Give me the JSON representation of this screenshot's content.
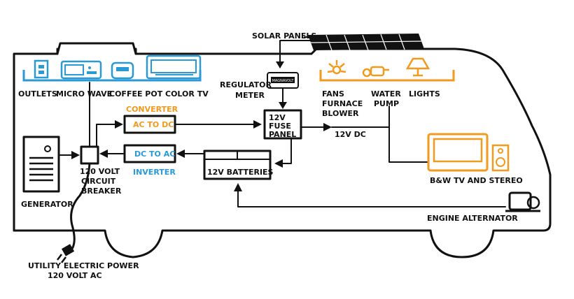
{
  "labels": {
    "solar_panels": "SOLAR PANELS",
    "regulator_meter_1": "REGULATOR",
    "regulator_meter_2": "METER",
    "outlets": "OUTLETS",
    "micro_wave": "MICRO WAVE",
    "coffee_pot": "COFFEE POT",
    "color_tv": "COLOR TV",
    "fans_1": "FANS",
    "fans_2": "FURNACE",
    "fans_3": "BLOWER",
    "water_pump_1": "WATER",
    "water_pump_2": "PUMP",
    "lights": "LIGHTS",
    "converter_title": "CONVERTER",
    "converter_box": "AC TO DC",
    "inverter_box": "DC TO AC",
    "inverter_title": "INVERTER",
    "fuse_panel_1": "12V",
    "fuse_panel_2": "FUSE",
    "fuse_panel_3": "PANEL",
    "twelve_v_dc": "12V DC",
    "batteries": "12V BATTERIES",
    "breaker_1": "120 VOLT",
    "breaker_2": "CIRCUIT",
    "breaker_3": "BREAKER",
    "generator": "GENERATOR",
    "bw_tv_stereo": "B&W TV AND STEREO",
    "engine_alternator": "ENGINE ALTERNATOR",
    "utility_1": "UTILITY ELECTRIC POWER",
    "utility_2": "120 VOLT AC",
    "meter_screen": "MAGNAVOLT"
  },
  "colors": {
    "ac_appliances": "#2a9ad6",
    "dc_appliances": "#f29a1e",
    "outline": "#111111"
  }
}
